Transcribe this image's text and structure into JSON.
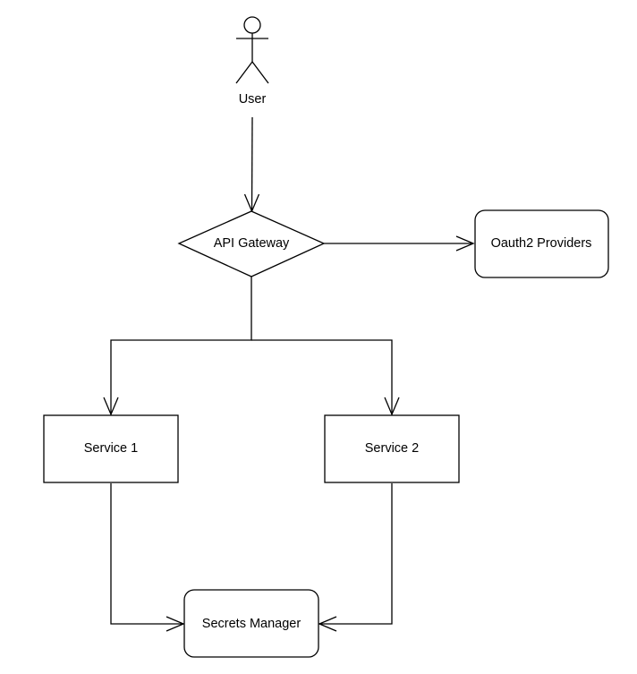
{
  "nodes": {
    "user": {
      "label": "User",
      "shape": "actor"
    },
    "api_gateway": {
      "label": "API Gateway",
      "shape": "diamond"
    },
    "oauth2_providers": {
      "label": "Oauth2 Providers",
      "shape": "rounded-rectangle"
    },
    "service_1": {
      "label": "Service 1",
      "shape": "rectangle"
    },
    "service_2": {
      "label": "Service 2",
      "shape": "rectangle"
    },
    "secrets_manager": {
      "label": "Secrets Manager",
      "shape": "rounded-rectangle"
    }
  },
  "edges": [
    {
      "from": "User",
      "to": "API Gateway"
    },
    {
      "from": "API Gateway",
      "to": "Oauth2 Providers"
    },
    {
      "from": "API Gateway",
      "to": "Service 1"
    },
    {
      "from": "API Gateway",
      "to": "Service 2"
    },
    {
      "from": "Service 1",
      "to": "Secrets Manager"
    },
    {
      "from": "Service 2",
      "to": "Secrets Manager"
    }
  ],
  "colors": {
    "stroke": "#000000",
    "fill": "#ffffff",
    "text": "#000000"
  }
}
